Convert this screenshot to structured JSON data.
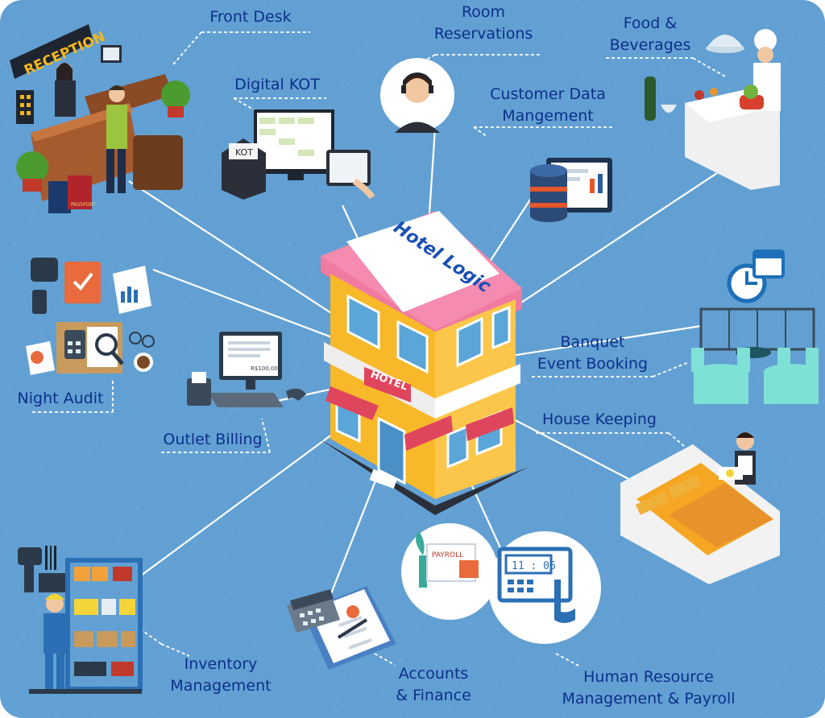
{
  "brand": {
    "sign_text": "Hotel Logic",
    "building_sign": "HOTEL"
  },
  "modules": [
    {
      "id": "front-desk",
      "lines": [
        "Front Desk"
      ]
    },
    {
      "id": "room-reservations",
      "lines": [
        "Room",
        "Reservations"
      ]
    },
    {
      "id": "food-beverages",
      "lines": [
        "Food &",
        "Beverages"
      ]
    },
    {
      "id": "digital-kot",
      "lines": [
        "Digital KOT"
      ]
    },
    {
      "id": "customer-data",
      "lines": [
        "Customer Data",
        "Mangement"
      ]
    },
    {
      "id": "banquet",
      "lines": [
        "Banquet",
        "Event Booking"
      ]
    },
    {
      "id": "night-audit",
      "lines": [
        "Night Audit"
      ]
    },
    {
      "id": "outlet-billing",
      "lines": [
        "Outlet Billing"
      ]
    },
    {
      "id": "house-keeping",
      "lines": [
        "House Keeping"
      ]
    },
    {
      "id": "inventory",
      "lines": [
        "Inventory",
        "Management"
      ]
    },
    {
      "id": "accounts",
      "lines": [
        "Accounts",
        "& Finance"
      ]
    },
    {
      "id": "hr-payroll",
      "lines": [
        "Human Resource",
        "Management & Payroll"
      ]
    }
  ],
  "illustration_text": {
    "reception_sign": "RECEPTION",
    "passport": "PASSPORT",
    "kot_printer": "KOT",
    "pos_amount": "R$100,00",
    "payroll": "PAYROLL",
    "clock_time": "11 : 06"
  },
  "colors": {
    "background": "#62a0d3",
    "label_text": "#0d2f8a",
    "connector": "#ffffff",
    "building_yellow": "#f7b82a",
    "building_roof": "#f07aa0"
  }
}
